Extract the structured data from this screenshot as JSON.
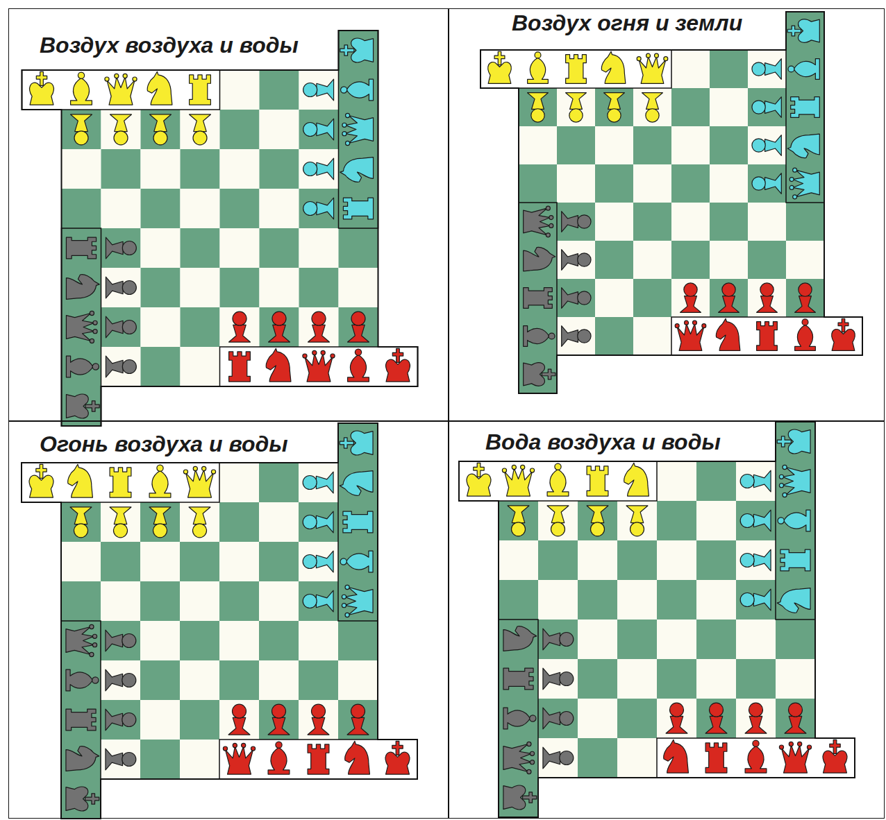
{
  "diagram": {
    "nodes": [
      {
        "text": [
          "Воздух воздуха и воды"
        ]
      },
      {
        "text": [
          "Воздух огня и земли"
        ]
      },
      {
        "text": [
          "Огонь воздуха и воды"
        ]
      },
      {
        "text": [
          "Вода воздуха и воды"
        ]
      }
    ]
  }
}
